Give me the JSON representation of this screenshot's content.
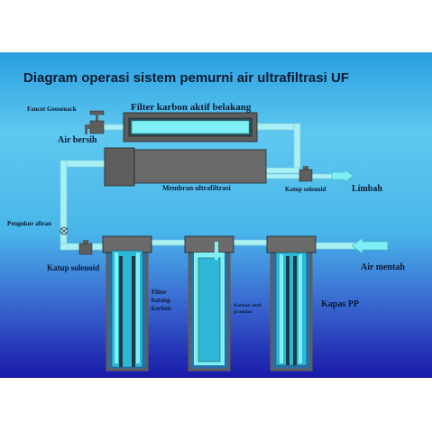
{
  "title": "Diagram operasi sistem pemurni air ultrafiltrasi UF",
  "labels": {
    "faucet": "Faucet Goosenack",
    "clean_water": "Air bersih",
    "rear_carbon_filter": "Filter karbon aktif belakang",
    "uf_membrane": "Membran ultrafiltrasi",
    "solenoid_valve_waste": "Katup solenoid",
    "waste": "Limbah",
    "flow_meter": "Pengukur aliran",
    "solenoid_valve_inlet": "Katup solenoid",
    "raw_water": "Air mentah",
    "carbon_block_line1": "Filter",
    "carbon_block_line2": "batang",
    "carbon_block_line3": "karbon",
    "granular_carbon_line1": "Karbon aktif",
    "granular_carbon_line2": "granular",
    "pp_cotton": "Kapas PP"
  },
  "colors": {
    "background_top": "#2a9fe0",
    "background_mid": "#47b9ea",
    "background_bottom": "#1a1aa8",
    "pipe": "#a9f0f5",
    "housing": "#5e5e5e",
    "filter_core": "#2eb8d8",
    "arrow": "#7ef0f5"
  }
}
